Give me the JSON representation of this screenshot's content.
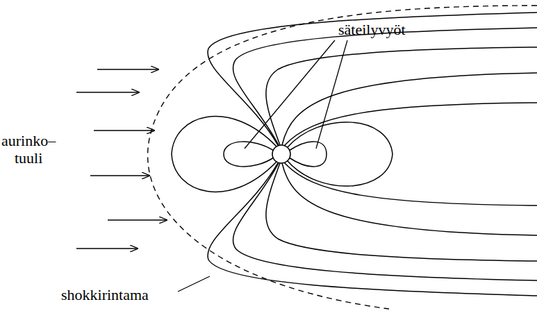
{
  "diagram": {
    "labels": [
      "säteilyvyöt",
      "aurinko– tuuli",
      "shokkirintama"
    ]
  }
}
